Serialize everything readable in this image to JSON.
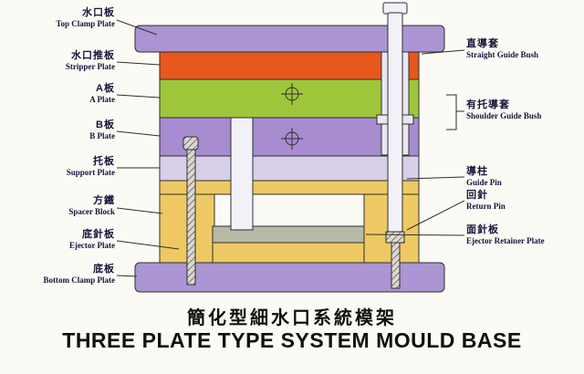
{
  "title": {
    "zh": "簡化型細水口系統模架",
    "en": "THREE PLATE TYPE SYSTEM MOULD BASE"
  },
  "left_labels": [
    {
      "zh": "水口板",
      "en": "Top Clamp Plate"
    },
    {
      "zh": "水口推板",
      "en": "Stripper Plate"
    },
    {
      "zh": "A板",
      "en": "A Plate"
    },
    {
      "zh": "B板",
      "en": "B Plate"
    },
    {
      "zh": "托板",
      "en": "Support Plate"
    },
    {
      "zh": "方鐵",
      "en": "Spacer Block"
    },
    {
      "zh": "底針板",
      "en": "Ejector Plate"
    },
    {
      "zh": "底板",
      "en": "Bottom Clamp Plate"
    }
  ],
  "right_labels": [
    {
      "zh": "直導套",
      "en": "Straight Guide Bush"
    },
    {
      "zh": "有托導套",
      "en": "Shoulder Guide Bush"
    },
    {
      "zh": "導柱",
      "en": "Guide Pin"
    },
    {
      "zh": "回針",
      "en": "Return Pin"
    },
    {
      "zh": "面針板",
      "en": "Ejector Retainer Plate"
    }
  ],
  "colors": {
    "clamp_violet": "#ab95d2",
    "stripper_orange": "#e8571c",
    "a_green": "#9fc63b",
    "b_violet": "#a78cd0",
    "support_lavender": "#d7cfe9",
    "spacer_yellow": "#eec963",
    "retainer_gray": "#b6baa6"
  }
}
